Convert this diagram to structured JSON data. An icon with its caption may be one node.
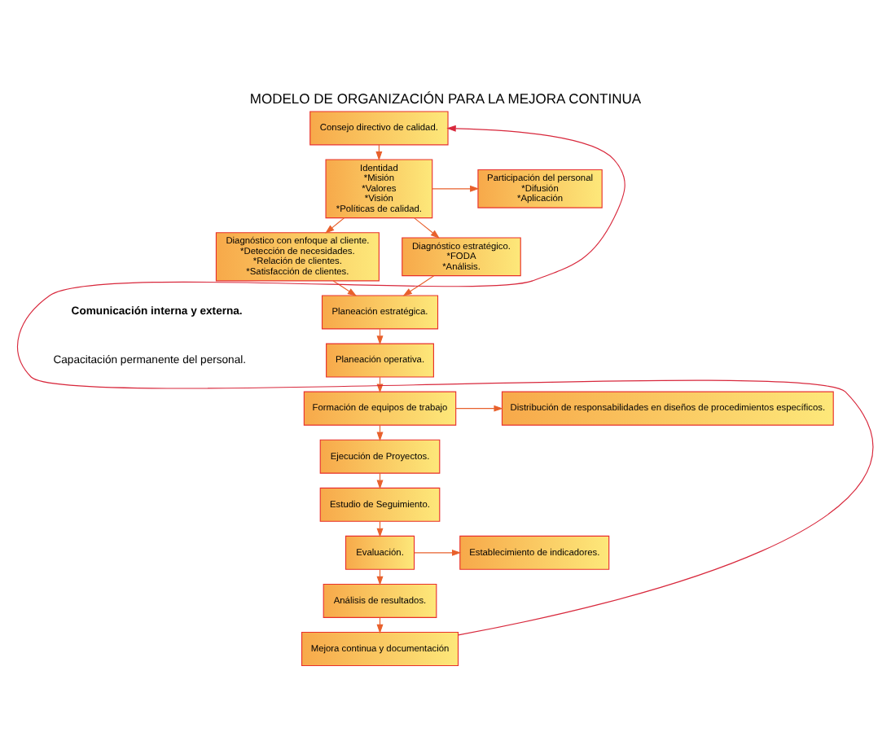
{
  "diagram": {
    "title": "MODELO DE ORGANIZACIÓN PARA LA MEJORA CONTINUA",
    "nodes": [
      {
        "text": [
          "Consejo directivo de calidad."
        ]
      },
      {
        "text": [
          "Identidad",
          "*Misión",
          "*Valores",
          "*Visión",
          "*Políticas de calidad."
        ]
      },
      {
        "text": [
          "Participación del personal",
          "*Difusión",
          "*Aplicación"
        ]
      },
      {
        "text": [
          "Diagnóstico con enfoque al cliente.",
          "*Detección de necesidades.",
          "*Relación de clientes.",
          "*Satisfacción de clientes."
        ]
      },
      {
        "text": [
          "Diagnóstico estratégico.",
          "*FODA",
          "*Análisis."
        ]
      },
      {
        "text": [
          "Planeación estratégica."
        ]
      },
      {
        "text": [
          "Planeación operativa."
        ]
      },
      {
        "text": [
          "Formación de equipos de trabajo"
        ]
      },
      {
        "text": [
          "Distribución de responsabilidades en diseños de procedimientos específicos."
        ]
      },
      {
        "text": [
          "Ejecución de Proyectos."
        ]
      },
      {
        "text": [
          "Estudio de Seguimiento."
        ]
      },
      {
        "text": [
          "Evaluación."
        ]
      },
      {
        "text": [
          "Establecimiento de indicadores."
        ]
      },
      {
        "text": [
          "Análisis de resultados."
        ]
      },
      {
        "text": [
          "Mejora continua y documentación"
        ]
      }
    ],
    "edges": [
      {
        "from": 0,
        "to": 1,
        "arrow": "to"
      },
      {
        "from": 1,
        "to": 2,
        "arrow": "to"
      },
      {
        "from": 1,
        "to": 3,
        "arrow": "to"
      },
      {
        "from": 1,
        "to": 4,
        "arrow": "to"
      },
      {
        "from": 3,
        "to": 5,
        "arrow": "to"
      },
      {
        "from": 4,
        "to": 5,
        "arrow": "to"
      },
      {
        "from": 5,
        "to": 6,
        "arrow": "to"
      },
      {
        "from": 6,
        "to": 7,
        "arrow": "to"
      },
      {
        "from": 7,
        "to": 8,
        "arrow": "to"
      },
      {
        "from": 7,
        "to": 9,
        "arrow": "to"
      },
      {
        "from": 9,
        "to": 10,
        "arrow": "to"
      },
      {
        "from": 10,
        "to": 11,
        "arrow": "to"
      },
      {
        "from": 11,
        "to": 12,
        "arrow": "to"
      },
      {
        "from": 11,
        "to": 13,
        "arrow": "to"
      },
      {
        "from": 13,
        "to": 14,
        "arrow": "to"
      },
      {
        "from": 14,
        "to": 0,
        "arrow": "to",
        "color": "#d8283c"
      }
    ],
    "labels": [
      "Comunicación interna y externa.",
      "Capacitación permanente del personal."
    ]
  }
}
